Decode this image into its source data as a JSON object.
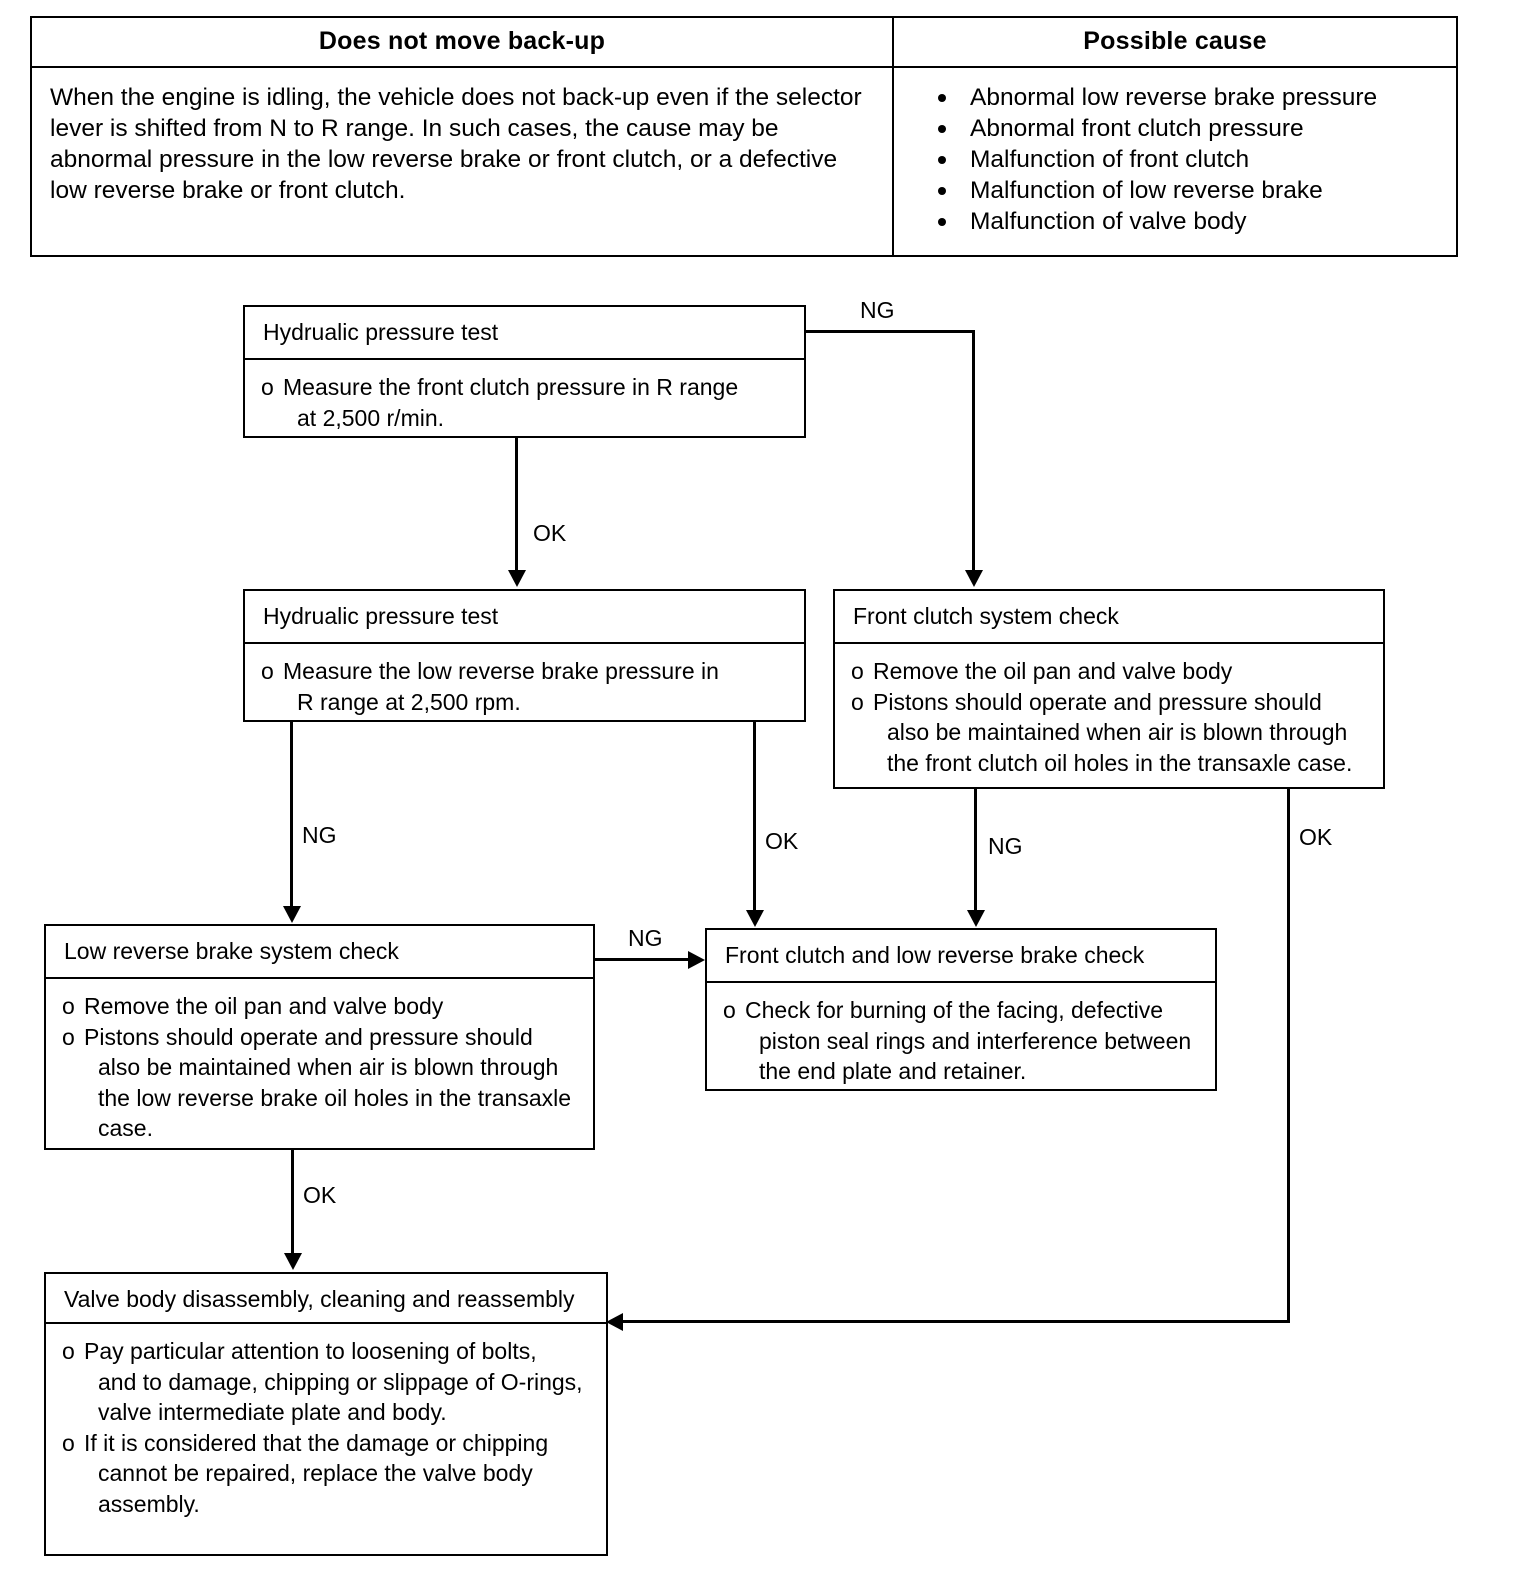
{
  "symptom_table": {
    "headers": {
      "symptom": "Does not move back-up",
      "cause": "Possible cause"
    },
    "description": "When the engine is idling, the vehicle does not back-up even if the selector lever is shifted from N to R range.  In such cases, the cause may be abnormal pressure in the low reverse brake or front clutch, or a defective low reverse brake or front clutch.",
    "causes": [
      "Abnormal low reverse brake pressure",
      "Abnormal front clutch pressure",
      "Malfunction of front clutch",
      "Malfunction of low reverse brake",
      "Malfunction of valve body"
    ]
  },
  "flowchart": {
    "nodes": {
      "hydraulic_front_clutch": {
        "title": "Hydrualic pressure test",
        "items": [
          {
            "line1": "Measure the front clutch pressure in R range",
            "line2": "at 2,500 r/min."
          }
        ]
      },
      "hydraulic_low_reverse": {
        "title": "Hydrualic pressure test",
        "items": [
          {
            "line1": "Measure the low reverse brake pressure in",
            "line2": "R range at 2,500 rpm."
          }
        ]
      },
      "front_clutch_system_check": {
        "title": "Front clutch system check",
        "items": [
          {
            "line1": "Remove the oil pan and valve body"
          },
          {
            "line1": "Pistons should operate and pressure should",
            "line2": "also be maintained when air is blown through",
            "line3": "the front clutch oil holes in the transaxle case."
          }
        ]
      },
      "low_reverse_brake_system_check": {
        "title": "Low reverse brake system check",
        "items": [
          {
            "line1": "Remove the oil pan and valve body"
          },
          {
            "line1": "Pistons should operate and pressure should",
            "line2": "also be maintained when air is blown through",
            "line3": "the low reverse brake oil holes in the transaxle",
            "line4": "case."
          }
        ]
      },
      "front_clutch_and_low_reverse_brake_check": {
        "title": "Front clutch and low reverse brake check",
        "items": [
          {
            "line1": "Check for burning of the facing, defective",
            "line2": "piston seal rings and interference between",
            "line3": "the end plate and retainer."
          }
        ]
      },
      "valve_body_disassembly": {
        "title_line1": "Valve body disassembly, cleaning and",
        "title_line2": "reassembly",
        "items": [
          {
            "line1": "Pay particular attention to loosening of bolts,",
            "line2": "and to damage, chipping or slippage of O-rings,",
            "line3": "valve intermediate plate and body."
          },
          {
            "line1": "If it is considered that the damage or chipping",
            "line2": "cannot be repaired, replace the valve body",
            "line3": "assembly."
          }
        ]
      }
    },
    "edges": {
      "e1_ng": "NG",
      "e2_ok": "OK",
      "e3_ng": "NG",
      "e4_ok": "OK",
      "e5_ng": "NG",
      "e6_ok": "OK",
      "e7_ng": "NG",
      "e8_ok": "OK"
    }
  }
}
